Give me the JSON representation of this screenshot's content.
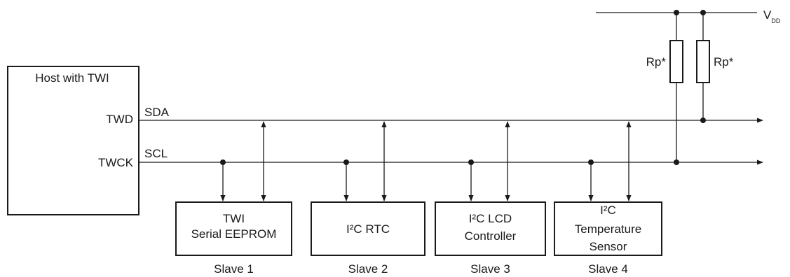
{
  "host": {
    "title": "Host with TWI",
    "pin_data": "TWD",
    "pin_clock": "TWCK"
  },
  "bus": {
    "data_line": "SDA",
    "clock_line": "SCL"
  },
  "supply": {
    "label": "V",
    "subscript": "DD"
  },
  "pullups": [
    {
      "label": "Rp*"
    },
    {
      "label": "Rp*"
    }
  ],
  "slaves": [
    {
      "lines": [
        "TWI",
        "Serial EEPROM"
      ],
      "caption": "Slave 1"
    },
    {
      "lines": [
        "I²C RTC"
      ],
      "caption": "Slave 2"
    },
    {
      "lines": [
        "I²C LCD",
        "Controller"
      ],
      "caption": "Slave 3"
    },
    {
      "lines": [
        "I²C",
        "Temperature",
        "Sensor"
      ],
      "caption": "Slave 4"
    }
  ]
}
